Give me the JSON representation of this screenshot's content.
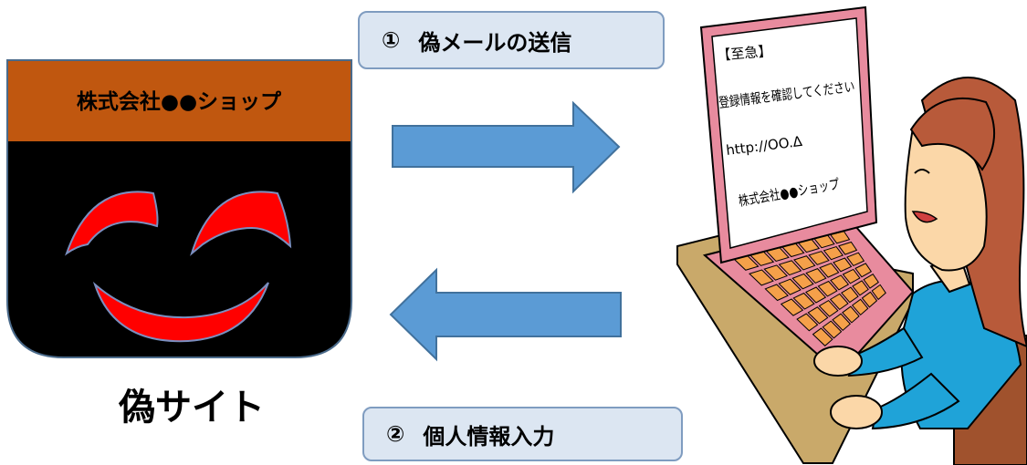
{
  "fake_site": {
    "company_name": "株式会社●●ショップ",
    "caption": "偽サイト"
  },
  "steps": [
    {
      "number": "①",
      "label": "偽メールの送信"
    },
    {
      "number": "②",
      "label": "個人情報入力"
    }
  ],
  "email": {
    "subject": "【至急】",
    "body": "登録情報を確認してください",
    "url": "http://OO.Δ",
    "sender": "株式会社●●ショップ"
  },
  "colors": {
    "shield_header": "#c0570f",
    "shield_body": "#000000",
    "face": "#ff0000",
    "arrow": "#5b9bd5",
    "step_box_fill": "#dce6f2",
    "laptop": "#e88b9e",
    "keys": "#f5a04a"
  }
}
